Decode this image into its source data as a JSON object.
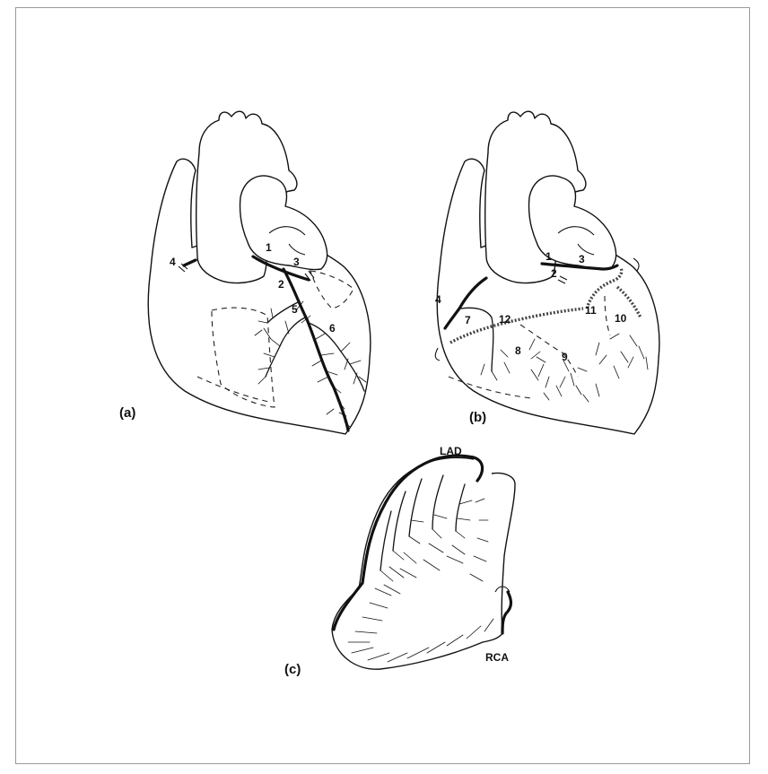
{
  "panels": {
    "a": {
      "label": "(a)",
      "artery_numbers": [
        "1",
        "2",
        "3",
        "4",
        "5",
        "6"
      ]
    },
    "b": {
      "label": "(b)",
      "artery_numbers": [
        "1",
        "2",
        "3",
        "4",
        "7",
        "8",
        "9",
        "10",
        "11",
        "12"
      ]
    },
    "c": {
      "label": "(c)",
      "vessel_labels": {
        "top": "LAD",
        "bottom": "RCA"
      }
    }
  }
}
